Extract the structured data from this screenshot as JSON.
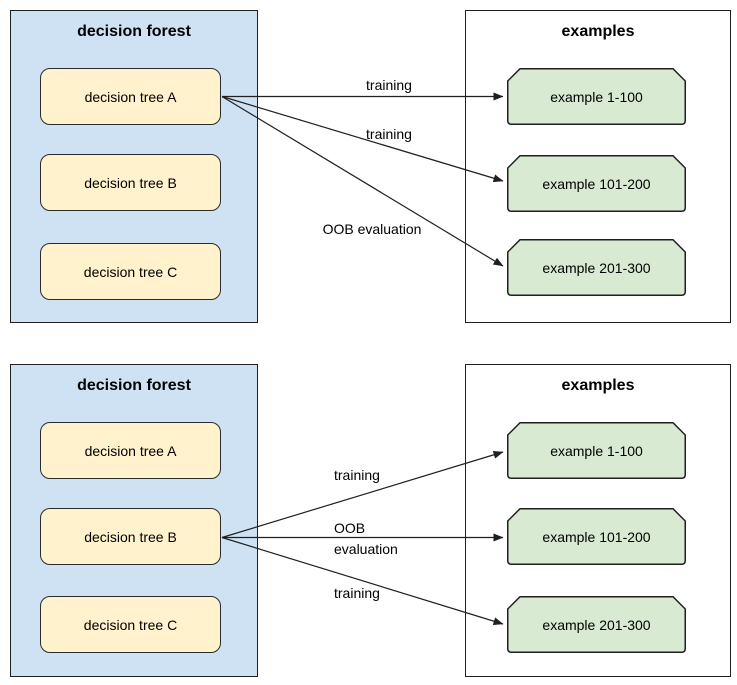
{
  "diagram": {
    "panels": [
      {
        "forest": {
          "title": "decision forest",
          "trees": [
            "decision tree A",
            "decision tree B",
            "decision tree C"
          ]
        },
        "examples": {
          "title": "examples",
          "items": [
            "example 1-100",
            "example 101-200",
            "example 201-300"
          ]
        },
        "arrows": [
          {
            "from": "decision tree A",
            "to": "example 1-100",
            "label": "training"
          },
          {
            "from": "decision tree A",
            "to": "example 101-200",
            "label": "training"
          },
          {
            "from": "decision tree A",
            "to": "example 201-300",
            "label": "OOB evaluation"
          }
        ]
      },
      {
        "forest": {
          "title": "decision forest",
          "trees": [
            "decision tree A",
            "decision tree B",
            "decision tree C"
          ]
        },
        "examples": {
          "title": "examples",
          "items": [
            "example 1-100",
            "example 101-200",
            "example 201-300"
          ]
        },
        "arrows": [
          {
            "from": "decision tree B",
            "to": "example 1-100",
            "label": "training"
          },
          {
            "from": "decision tree B",
            "to": "example 101-200",
            "label": "OOB evaluation"
          },
          {
            "from": "decision tree B",
            "to": "example 201-300",
            "label": "training"
          }
        ]
      }
    ],
    "colors": {
      "forest_fill": "#cfe2f3",
      "tree_fill": "#fff2cc",
      "example_fill": "#d9ead3",
      "examples_box_fill": "#ffffff",
      "stroke": "#1f1f1f"
    }
  }
}
